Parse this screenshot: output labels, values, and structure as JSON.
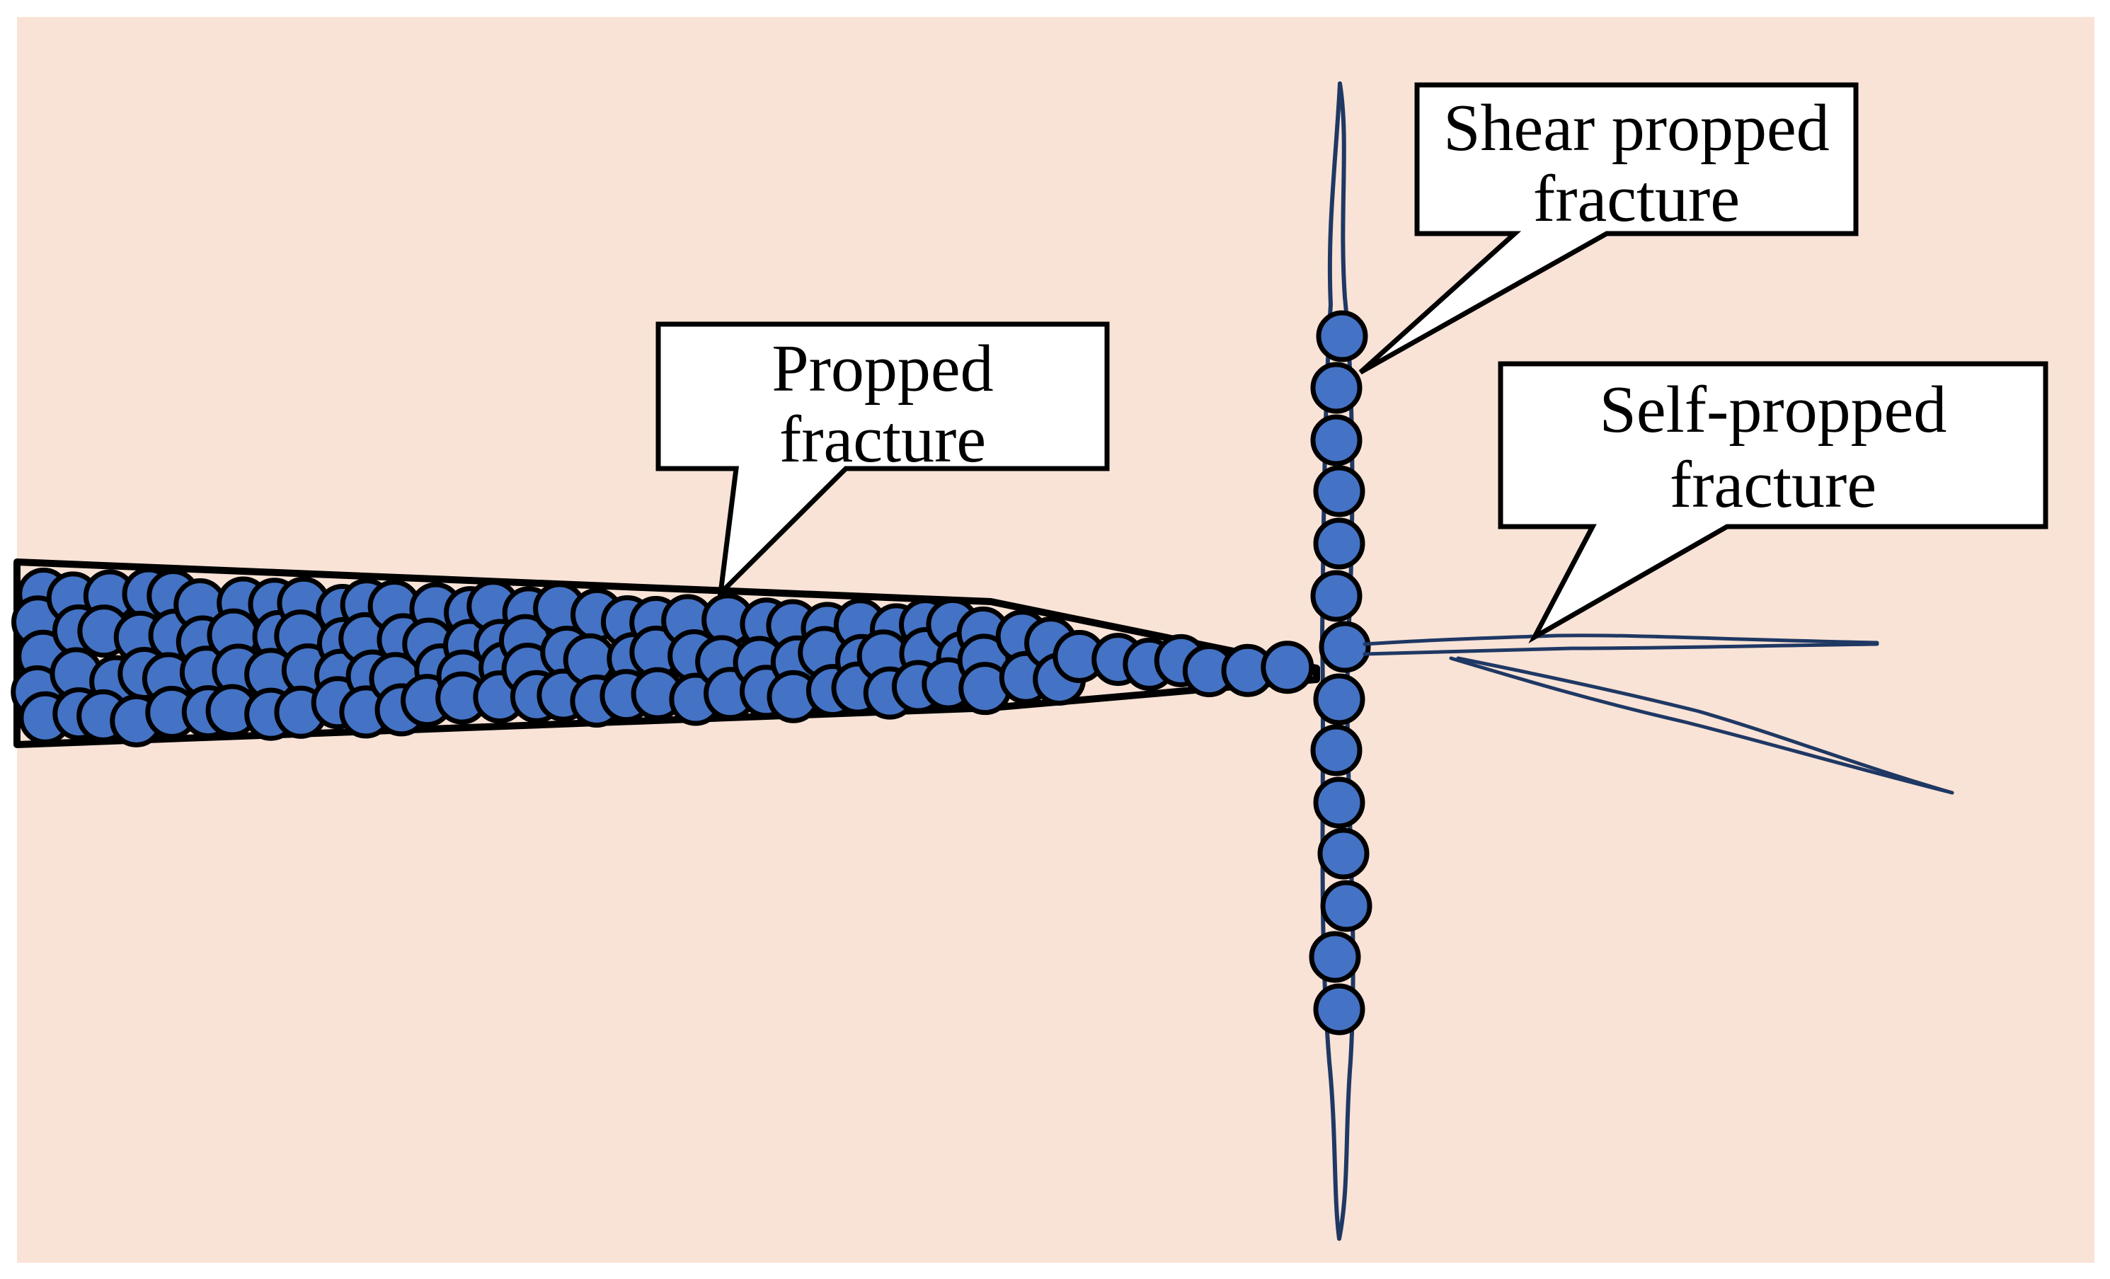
{
  "colors": {
    "background": "#f9e3d6",
    "proppant_fill": "#4472c4",
    "proppant_stroke": "#000000",
    "fracture_line": "#1f3864",
    "outline": "#000000",
    "callout_fill": "#ffffff"
  },
  "labels": {
    "propped": {
      "line1": "Propped",
      "line2": "fracture"
    },
    "shear": {
      "line1": "Shear propped",
      "line2": "fracture"
    },
    "self": {
      "line1": "Self-propped",
      "line2": "fracture"
    }
  }
}
